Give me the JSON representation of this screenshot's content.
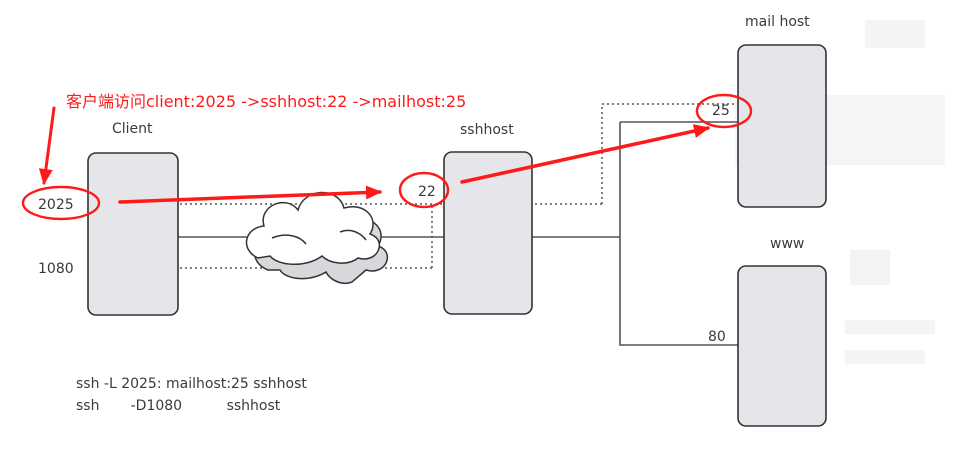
{
  "annotation": "客户端访问client:2025 ->sshhost:22 ->mailhost:25",
  "hosts": {
    "client": "Client",
    "sshhost": "sshhost",
    "mailhost": "mail host",
    "www": "www"
  },
  "ports": {
    "client_forward": "2025",
    "client_socks": "1080",
    "sshhost_ssh": "22",
    "mailhost_smtp": "25",
    "www_http": "80"
  },
  "commands": [
    "ssh -L 2025: mailhost:25 sshhost",
    "ssh       -D1080          sshhost"
  ],
  "colors": {
    "box_fill": "#e6e6ea",
    "box_stroke": "#333333",
    "annotation": "#ff1a1a",
    "line": "#555555"
  }
}
